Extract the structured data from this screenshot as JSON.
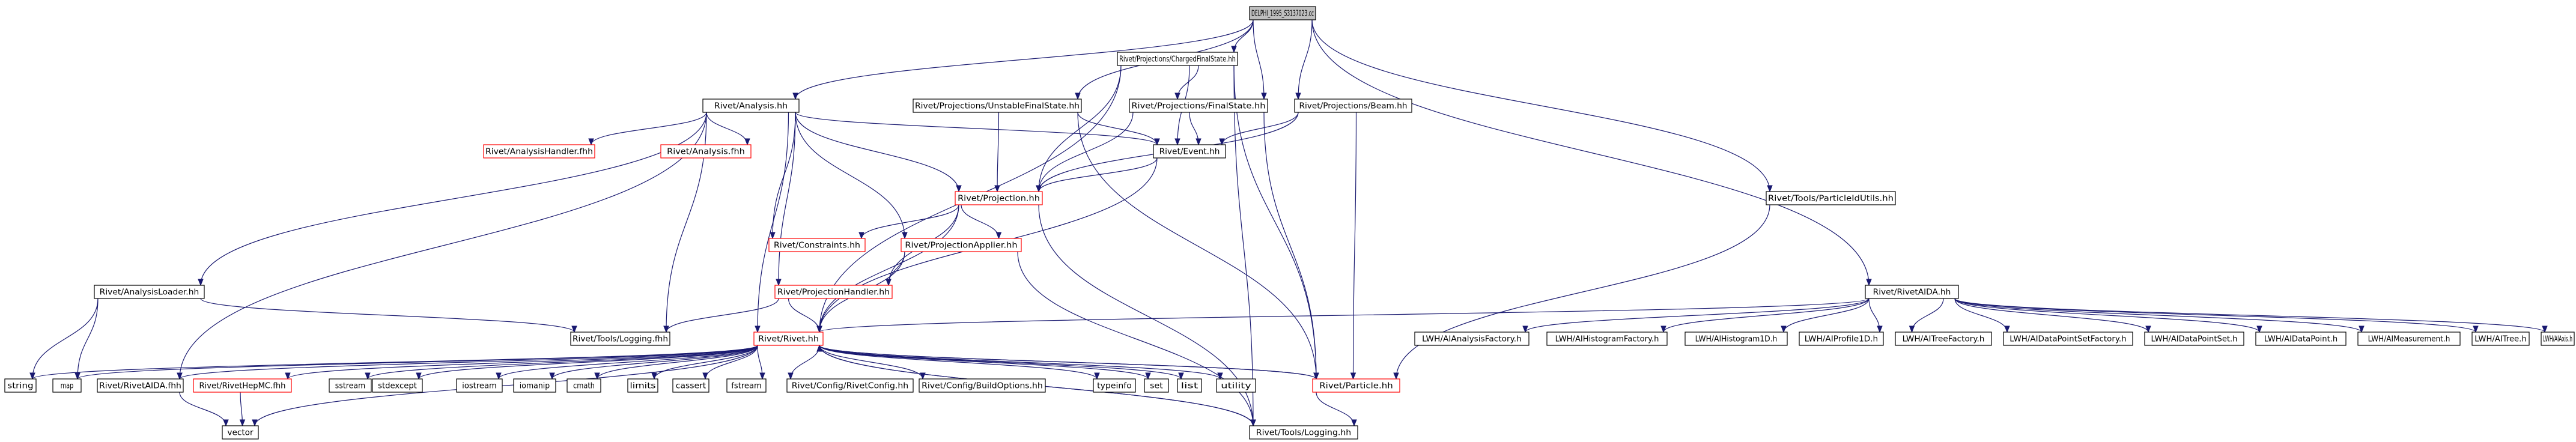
{
  "graph": {
    "nodes": [
      {
        "id": "root",
        "label": "DELPHI_1995_S3137023.cc",
        "style": "root"
      },
      {
        "id": "cfs",
        "label": "Rivet/Projections/ChargedFinalState.hh",
        "style": "normal"
      },
      {
        "id": "analysis",
        "label": "Rivet/Analysis.hh",
        "style": "normal"
      },
      {
        "id": "ufs",
        "label": "Rivet/Projections/UnstableFinalState.hh",
        "style": "normal"
      },
      {
        "id": "fs",
        "label": "Rivet/Projections/FinalState.hh",
        "style": "normal"
      },
      {
        "id": "beam",
        "label": "Rivet/Projections/Beam.hh",
        "style": "normal"
      },
      {
        "id": "ahfh",
        "label": "Rivet/AnalysisHandler.fhh",
        "style": "missing"
      },
      {
        "id": "afh",
        "label": "Rivet/Analysis.fhh",
        "style": "missing"
      },
      {
        "id": "event",
        "label": "Rivet/Event.hh",
        "style": "normal"
      },
      {
        "id": "proj",
        "label": "Rivet/Projection.hh",
        "style": "missing"
      },
      {
        "id": "cons",
        "label": "Rivet/Constraints.hh",
        "style": "missing"
      },
      {
        "id": "projapp",
        "label": "Rivet/ProjectionApplier.hh",
        "style": "missing"
      },
      {
        "id": "puh",
        "label": "Rivet/Tools/ParticleIdUtils.hh",
        "style": "normal"
      },
      {
        "id": "aload",
        "label": "Rivet/AnalysisLoader.hh",
        "style": "normal"
      },
      {
        "id": "projh",
        "label": "Rivet/ProjectionHandler.hh",
        "style": "missing"
      },
      {
        "id": "rivetaida",
        "label": "Rivet/RivetAIDA.hh",
        "style": "normal"
      },
      {
        "id": "logfhh",
        "label": "Rivet/Tools/Logging.fhh",
        "style": "normal"
      },
      {
        "id": "rivet",
        "label": "Rivet/Rivet.hh",
        "style": "missing"
      },
      {
        "id": "l_af",
        "label": "LWH/AIAnalysisFactory.h",
        "style": "normal"
      },
      {
        "id": "l_hf",
        "label": "LWH/AIHistogramFactory.h",
        "style": "normal"
      },
      {
        "id": "l_h1",
        "label": "LWH/AIHistogram1D.h",
        "style": "normal"
      },
      {
        "id": "l_p1",
        "label": "LWH/AIProfile1D.h",
        "style": "normal"
      },
      {
        "id": "l_tf",
        "label": "LWH/AITreeFactory.h",
        "style": "normal"
      },
      {
        "id": "l_dpsf",
        "label": "LWH/AIDataPointSetFactory.h",
        "style": "normal"
      },
      {
        "id": "l_dps",
        "label": "LWH/AIDataPointSet.h",
        "style": "normal"
      },
      {
        "id": "l_dp",
        "label": "LWH/AIDataPoint.h",
        "style": "normal"
      },
      {
        "id": "l_m",
        "label": "LWH/AIMeasurement.h",
        "style": "normal"
      },
      {
        "id": "l_t",
        "label": "LWH/AITree.h",
        "style": "normal"
      },
      {
        "id": "l_ax",
        "label": "LWH/AIAxis.h",
        "style": "normal"
      },
      {
        "id": "string",
        "label": "string",
        "style": "normal"
      },
      {
        "id": "map",
        "label": "map",
        "style": "normal"
      },
      {
        "id": "raidafhh",
        "label": "Rivet/RivetAIDA.fhh",
        "style": "normal"
      },
      {
        "id": "hepmcfhh",
        "label": "Rivet/RivetHepMC.fhh",
        "style": "missing"
      },
      {
        "id": "sstream",
        "label": "sstream",
        "style": "normal"
      },
      {
        "id": "stdexcept",
        "label": "stdexcept",
        "style": "normal"
      },
      {
        "id": "iostream",
        "label": "iostream",
        "style": "normal"
      },
      {
        "id": "iomanip",
        "label": "iomanip",
        "style": "normal"
      },
      {
        "id": "cmath",
        "label": "cmath",
        "style": "normal"
      },
      {
        "id": "limits",
        "label": "limits",
        "style": "normal"
      },
      {
        "id": "cassert",
        "label": "cassert",
        "style": "normal"
      },
      {
        "id": "fstream",
        "label": "fstream",
        "style": "normal"
      },
      {
        "id": "rcfg",
        "label": "Rivet/Config/RivetConfig.hh",
        "style": "normal"
      },
      {
        "id": "bopt",
        "label": "Rivet/Config/BuildOptions.hh",
        "style": "normal"
      },
      {
        "id": "typeinfo",
        "label": "typeinfo",
        "style": "normal"
      },
      {
        "id": "set",
        "label": "set",
        "style": "normal"
      },
      {
        "id": "list",
        "label": "list",
        "style": "normal"
      },
      {
        "id": "utility",
        "label": "utility",
        "style": "normal"
      },
      {
        "id": "particle",
        "label": "Rivet/Particle.hh",
        "style": "missing"
      },
      {
        "id": "vector",
        "label": "vector",
        "style": "normal"
      },
      {
        "id": "loghh",
        "label": "Rivet/Tools/Logging.hh",
        "style": "normal"
      }
    ]
  }
}
